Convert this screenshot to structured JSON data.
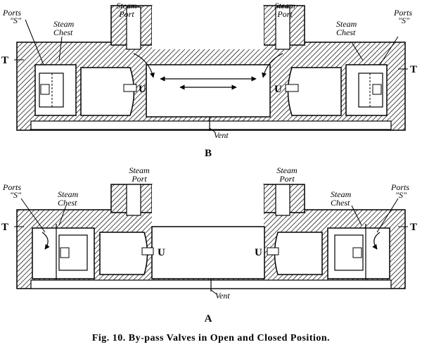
{
  "diagram_b": {
    "id_label": "B",
    "steam_port_left": [
      "Steam",
      "Port"
    ],
    "steam_port_right": [
      "Steam",
      "Port"
    ],
    "ports_left": [
      "Ports",
      "\"S\""
    ],
    "ports_right": [
      "Ports",
      "\"S\""
    ],
    "chest_left": [
      "Steam",
      "Chest"
    ],
    "chest_right": [
      "Steam",
      "Chest"
    ],
    "t_left": "T",
    "t_right": "T",
    "u_left": "U",
    "u_right": "U",
    "vent": "Vent"
  },
  "diagram_a": {
    "id_label": "A",
    "steam_port_left": [
      "Steam",
      "Port"
    ],
    "steam_port_right": [
      "Steam",
      "Port"
    ],
    "ports_left": [
      "Ports",
      "\"S\""
    ],
    "ports_right": [
      "Ports",
      "\"S\""
    ],
    "chest_left": [
      "Steam",
      "Chest"
    ],
    "chest_right": [
      "Steam",
      "Chest"
    ],
    "t_left": "T",
    "t_right": "T",
    "u_left": "U",
    "u_right": "U",
    "vent": "Vent"
  },
  "caption": "Fig. 10.   By-pass Valves in Open and Closed Position."
}
